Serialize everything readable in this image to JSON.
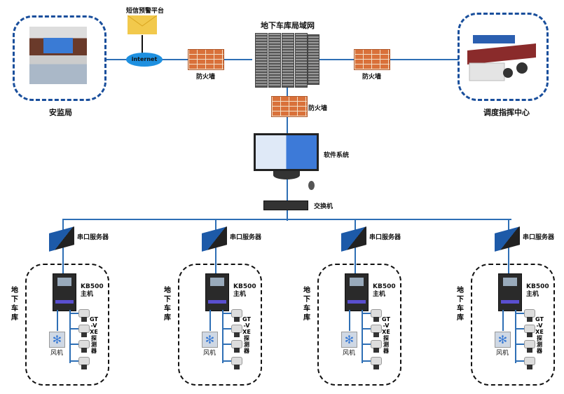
{
  "top": {
    "sms_platform": "短信预警平台",
    "internet": "internet",
    "lan_title": "地下车库局域网",
    "firewall": "防火墙",
    "safety_bureau": "安监局",
    "dispatch_center": "调度指挥中心",
    "software": "软件系统",
    "switch": "交换机"
  },
  "groups": [
    {
      "serial_server": "串口服务器",
      "area": "地下车库",
      "host": "KB500\n主机",
      "fan": "风机",
      "detector": "GT-VXE探测器"
    },
    {
      "serial_server": "串口服务器",
      "area": "地下车库",
      "host": "KB500\n主机",
      "fan": "风机",
      "detector": "GT-VXE探测器"
    },
    {
      "serial_server": "串口服务器",
      "area": "地下车库",
      "host": "KB500\n主机",
      "fan": "风机",
      "detector": "GT-VXE探测器"
    },
    {
      "serial_server": "串口服务器",
      "area": "地下车库",
      "host": "KB500\n主机",
      "fan": "风机",
      "detector": "GT-VXE探测器"
    }
  ],
  "colors": {
    "line": "#2e6fb5",
    "dashed_blue": "#1a4f9c",
    "internet": "#1e90e0",
    "envelope": "#f2c94c"
  }
}
